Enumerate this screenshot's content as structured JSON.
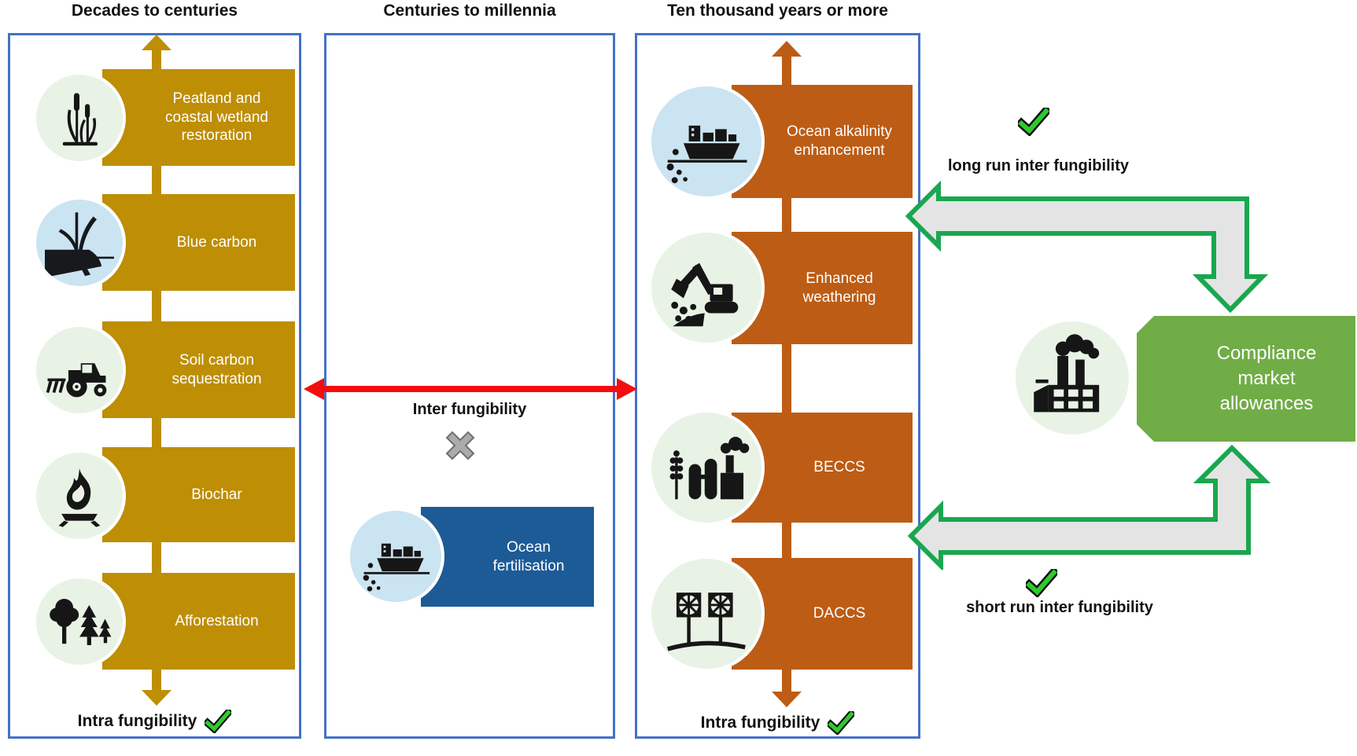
{
  "titles": {
    "left": "Decades to centuries",
    "middle": "Centuries to millennia",
    "right": "Ten thousand years or more"
  },
  "left_column": {
    "items": [
      {
        "label": "Peatland and coastal wetland restoration",
        "icon": "cattail-icon"
      },
      {
        "label": "Blue carbon",
        "icon": "mangrove-icon"
      },
      {
        "label": "Soil carbon sequestration",
        "icon": "tractor-icon"
      },
      {
        "label": "Biochar",
        "icon": "flame-icon"
      },
      {
        "label": "Afforestation",
        "icon": "trees-icon"
      }
    ],
    "footer": "Intra fungibility"
  },
  "middle_column": {
    "inter_label": "Inter fungibility",
    "item": {
      "label": "Ocean fertilisation",
      "icon": "ship-icon"
    }
  },
  "right_column": {
    "items": [
      {
        "label": "Ocean alkalinity enhancement",
        "icon": "ship-icon"
      },
      {
        "label": "Enhanced weathering",
        "icon": "excavator-icon"
      },
      {
        "label": "BECCS",
        "icon": "bioenergy-plant-icon"
      },
      {
        "label": "DACCS",
        "icon": "air-fans-icon"
      }
    ],
    "footer": "Intra fungibility"
  },
  "market": {
    "label": "Compliance market allowances",
    "icon": "factory-icon",
    "long_run_label": "long run inter fungibility",
    "short_run_label": "short run inter fungibility"
  },
  "colors": {
    "gold_box": "#BE8E04",
    "brown_box": "#BD5C15",
    "ocean_blue_box": "#1D5B97",
    "column_border_blue": "#4472C4",
    "market_green": "#70AD47",
    "arrow_outline_green": "#19A74F",
    "arrow_fill_gray": "#E4E4E4",
    "red_arrow": "#F50D0D",
    "check_green": "#2DCB2D",
    "x_mark_gray": "#ABABAB",
    "icon_circle_green": "#E8F3E6",
    "icon_circle_blue": "#CBE4F2"
  }
}
